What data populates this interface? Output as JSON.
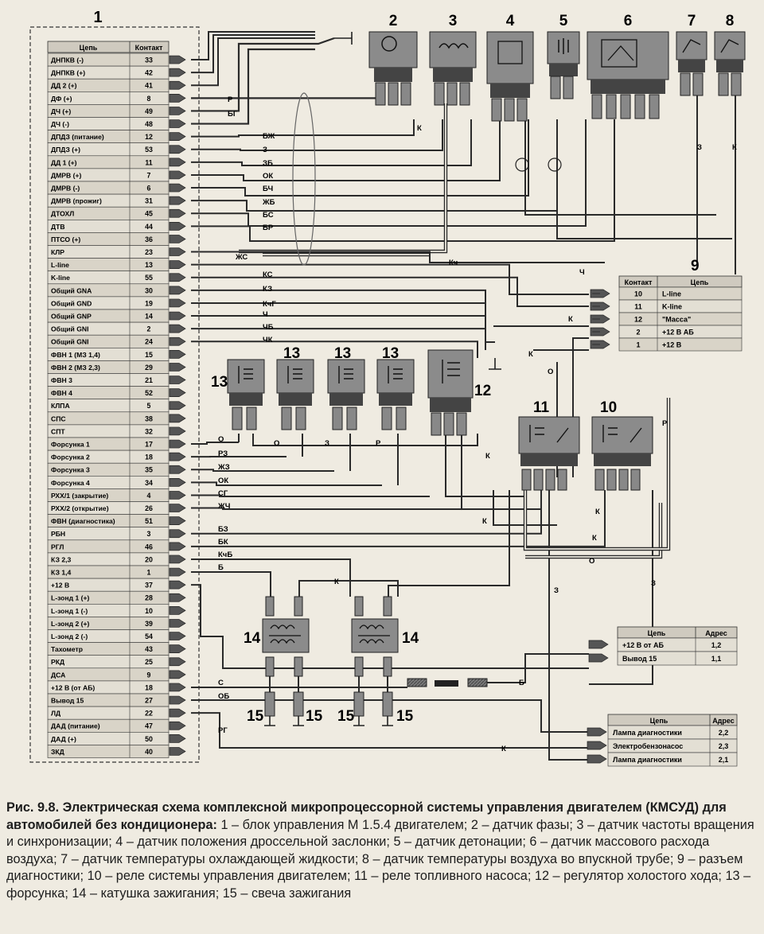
{
  "ecu": {
    "number": "1",
    "header_circuit": "Цепь",
    "header_contact": "Контакт",
    "rows": [
      {
        "name": "ДНПКВ (-)",
        "contact": "33"
      },
      {
        "name": "ДНПКВ (+)",
        "contact": "42"
      },
      {
        "name": "ДД 2 (+)",
        "contact": "41"
      },
      {
        "name": "ДФ (+)",
        "contact": "8"
      },
      {
        "name": "ДЧ (+)",
        "contact": "49"
      },
      {
        "name": "ДЧ (-)",
        "contact": "48"
      },
      {
        "name": "ДПДЗ (питание)",
        "contact": "12"
      },
      {
        "name": "ДПДЗ (+)",
        "contact": "53"
      },
      {
        "name": "ДД 1 (+)",
        "contact": "11"
      },
      {
        "name": "ДМРВ (+)",
        "contact": "7"
      },
      {
        "name": "ДМРВ (-)",
        "contact": "6"
      },
      {
        "name": "ДМРВ (прожиг)",
        "contact": "31"
      },
      {
        "name": "ДТОХЛ",
        "contact": "45"
      },
      {
        "name": "ДТВ",
        "contact": "44"
      },
      {
        "name": "ПТСО (+)",
        "contact": "36"
      },
      {
        "name": "КЛР",
        "contact": "23"
      },
      {
        "name": "L-line",
        "contact": "13"
      },
      {
        "name": "K-line",
        "contact": "55"
      },
      {
        "name": "Общий GNA",
        "contact": "30"
      },
      {
        "name": "Общий GND",
        "contact": "19"
      },
      {
        "name": "Общий GNP",
        "contact": "14"
      },
      {
        "name": "Общий GNI",
        "contact": "2"
      },
      {
        "name": "Общий GNI",
        "contact": "24"
      },
      {
        "name": "ФВН 1 (МЗ 1,4)",
        "contact": "15"
      },
      {
        "name": "ФВН 2 (МЗ 2,3)",
        "contact": "29"
      },
      {
        "name": "ФВН 3",
        "contact": "21"
      },
      {
        "name": "ФВН 4",
        "contact": "52"
      },
      {
        "name": "КЛПА",
        "contact": "5"
      },
      {
        "name": "СПС",
        "contact": "38"
      },
      {
        "name": "СПТ",
        "contact": "32"
      },
      {
        "name": "Форсунка 1",
        "contact": "17"
      },
      {
        "name": "Форсунка 2",
        "contact": "18"
      },
      {
        "name": "Форсунка 3",
        "contact": "35"
      },
      {
        "name": "Форсунка 4",
        "contact": "34"
      },
      {
        "name": "РХХ/1 (закрытие)",
        "contact": "4"
      },
      {
        "name": "РХХ/2 (открытие)",
        "contact": "26"
      },
      {
        "name": "ФВН (диагностика)",
        "contact": "51"
      },
      {
        "name": "РБН",
        "contact": "3"
      },
      {
        "name": "РГЛ",
        "contact": "46"
      },
      {
        "name": "КЗ 2,3",
        "contact": "20"
      },
      {
        "name": "КЗ 1,4",
        "contact": "1"
      },
      {
        "name": "+12 В",
        "contact": "37"
      },
      {
        "name": "L-зонд 1 (+)",
        "contact": "28"
      },
      {
        "name": "L-зонд 1 (-)",
        "contact": "10"
      },
      {
        "name": "L-зонд 2 (+)",
        "contact": "39"
      },
      {
        "name": "L-зонд 2 (-)",
        "contact": "54"
      },
      {
        "name": "Тахометр",
        "contact": "43"
      },
      {
        "name": "РКД",
        "contact": "25"
      },
      {
        "name": "ДСА",
        "contact": "9"
      },
      {
        "name": "+12 В (от АБ)",
        "contact": "18"
      },
      {
        "name": "Вывод 15",
        "contact": "27"
      },
      {
        "name": "ЛД",
        "contact": "22"
      },
      {
        "name": "ДАД (питание)",
        "contact": "47"
      },
      {
        "name": "ДАД (+)",
        "contact": "50"
      },
      {
        "name": "ЗКД",
        "contact": "40"
      }
    ]
  },
  "components": {
    "top_numbers": [
      "2",
      "3",
      "4",
      "5",
      "6",
      "7",
      "8"
    ],
    "injector_number": "13",
    "idle_regulator_number": "12",
    "fuel_pump_relay_number": "11",
    "engine_relay_number": "10",
    "ignition_coil_number": "14",
    "spark_plug_number": "15"
  },
  "wire_labels": {
    "top": [
      "Р",
      "БГ",
      "БЖ",
      "З",
      "ЗБ",
      "ОК",
      "БЧ",
      "ЖБ",
      "БС",
      "БР",
      "ЖС",
      "КС",
      "КЗ",
      "КчГ",
      "Ч",
      "ЧБ",
      "ЧК"
    ],
    "injector": [
      "О",
      "РЗ",
      "ЖЗ",
      "ОК",
      "СГ",
      "ЖЧ"
    ],
    "lower": [
      "БЗ",
      "БК",
      "КчБ",
      "Б"
    ],
    "bottom": [
      "С",
      "ОБ",
      "РГ"
    ],
    "misc": [
      "К",
      "Кч",
      "Ч",
      "К",
      "О",
      "Р",
      "З",
      "К",
      "К",
      "К",
      "О",
      "З",
      "Р",
      "К",
      "К",
      "К",
      "О",
      "З",
      "Б",
      "К",
      "З",
      "К"
    ]
  },
  "diag_connector": {
    "number": "9",
    "header_contact": "Контакт",
    "header_circuit": "Цепь",
    "rows": [
      {
        "contact": "10",
        "circuit": "L-line"
      },
      {
        "contact": "11",
        "circuit": "K-line"
      },
      {
        "contact": "12",
        "circuit": "\"Масса\""
      },
      {
        "contact": "2",
        "circuit": "+12 В АБ"
      },
      {
        "contact": "1",
        "circuit": "+12 В"
      }
    ]
  },
  "power_table": {
    "header_circuit": "Цепь",
    "header_address": "Адрес",
    "rows": [
      {
        "circuit": "+12 В от АБ",
        "address": "1,2"
      },
      {
        "circuit": "Вывод 15",
        "address": "1,1"
      }
    ]
  },
  "lamp_table": {
    "header_circuit": "Цепь",
    "header_address": "Адрес",
    "rows": [
      {
        "circuit": "Лампа диагностики",
        "address": "2,2"
      },
      {
        "circuit": "Электробензонасос",
        "address": "2,3"
      },
      {
        "circuit": "Лампа диагностики",
        "address": "2,1"
      }
    ]
  },
  "caption": {
    "lead": "Рис. 9.8. Электрическая схема комплексной микропроцессорной системы управления двигателем (КМСУД) для автомобилей без кондиционера:",
    "body": " 1 – блок управления М 1.5.4 двигателем; 2 – датчик фазы; 3 – датчик частоты вращения и синхронизации; 4 – датчик положения дроссельной заслонки; 5 – датчик детонации; 6 – датчик массового расхода воздуха; 7 – датчик температуры охлаждающей жидкости; 8 – датчик температуры воздуха во впускной трубе; 9 – разъем диагностики; 10 – реле системы управления двигателем; 11 – реле топливного насоса; 12 – регулятор холостого хода; 13 – форсунка; 14 – катушка зажигания; 15 – свеча зажигания"
  }
}
